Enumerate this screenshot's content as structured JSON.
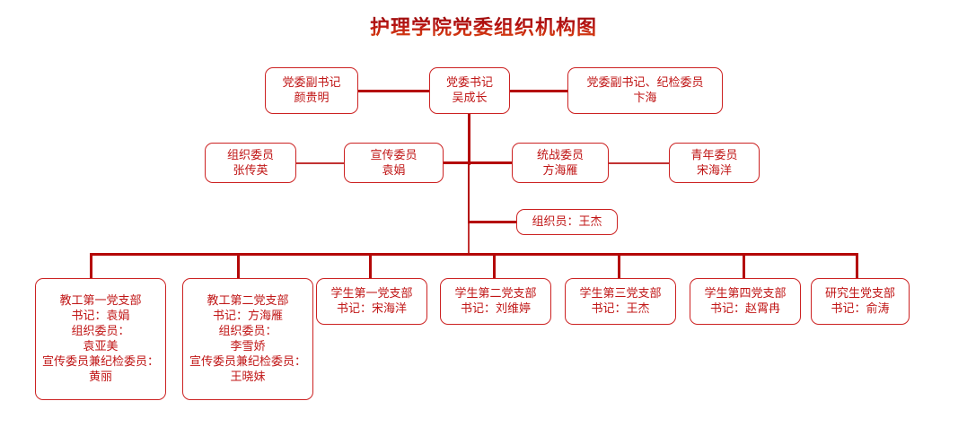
{
  "title": "护理学院党委组织机构图",
  "theme": {
    "line_color": "#b40808",
    "box_border_color": "#cc2222",
    "text_color": "#c01616",
    "background": "#ffffff"
  },
  "chart_data": {
    "type": "diagram",
    "title": "护理学院党委组织机构图",
    "subtype": "organization-chart",
    "levels": [
      {
        "level": 1,
        "nodes": [
          {
            "id": "deputy-secretary-left",
            "lines": [
              "党委副书记",
              "颜贵明"
            ]
          },
          {
            "id": "party-secretary",
            "lines": [
              "党委书记",
              "吴成长"
            ]
          },
          {
            "id": "deputy-secretary-discipline",
            "lines": [
              "党委副书记、纪检委员",
              "卞海"
            ]
          }
        ]
      },
      {
        "level": 2,
        "nodes": [
          {
            "id": "organization-member",
            "lines": [
              "组织委员",
              "张传英"
            ]
          },
          {
            "id": "propaganda-member",
            "lines": [
              "宣传委员",
              "袁娟"
            ]
          },
          {
            "id": "united-front-member",
            "lines": [
              "统战委员",
              "方海雁"
            ]
          },
          {
            "id": "youth-member",
            "lines": [
              "青年委员",
              "宋海洋"
            ]
          }
        ]
      },
      {
        "level": 3,
        "nodes": [
          {
            "id": "organizer",
            "lines": [
              "组织员：王杰"
            ]
          }
        ]
      },
      {
        "level": 4,
        "nodes": [
          {
            "id": "faculty-branch-1",
            "lines": [
              "教工第一党支部",
              "书记：袁娟",
              "组织委员：",
              "袁亚美",
              "宣传委员兼纪检委员：",
              "黄丽"
            ]
          },
          {
            "id": "faculty-branch-2",
            "lines": [
              "教工第二党支部",
              "书记：方海雁",
              "组织委员：",
              "李雪娇",
              "宣传委员兼纪检委员：",
              "王晓妹"
            ]
          },
          {
            "id": "student-branch-1",
            "lines": [
              "学生第一党支部",
              "书记：宋海洋"
            ]
          },
          {
            "id": "student-branch-2",
            "lines": [
              "学生第二党支部",
              "书记：刘维婷"
            ]
          },
          {
            "id": "student-branch-3",
            "lines": [
              "学生第三党支部",
              "书记：王杰"
            ]
          },
          {
            "id": "student-branch-4",
            "lines": [
              "学生第四党支部",
              "书记：赵霄冉"
            ]
          },
          {
            "id": "graduate-branch",
            "lines": [
              "研究生党支部",
              "书记：俞涛"
            ]
          }
        ]
      }
    ]
  },
  "nodes": {
    "deputy_secretary_left": {
      "line1": "党委副书记",
      "line2": "颜贵明"
    },
    "party_secretary": {
      "line1": "党委书记",
      "line2": "吴成长"
    },
    "deputy_secretary_discipline": {
      "line1": "党委副书记、纪检委员",
      "line2": "卞海"
    },
    "organization_member": {
      "line1": "组织委员",
      "line2": "张传英"
    },
    "propaganda_member": {
      "line1": "宣传委员",
      "line2": "袁娟"
    },
    "united_front_member": {
      "line1": "统战委员",
      "line2": "方海雁"
    },
    "youth_member": {
      "line1": "青年委员",
      "line2": "宋海洋"
    },
    "organizer": {
      "line1": "组织员：王杰"
    },
    "faculty_branch_1": {
      "line1": "教工第一党支部",
      "line2": "书记：袁娟",
      "line3": "组织委员：",
      "line4": "袁亚美",
      "line5": "宣传委员兼纪检委员：",
      "line6": "黄丽"
    },
    "faculty_branch_2": {
      "line1": "教工第二党支部",
      "line2": "书记：方海雁",
      "line3": "组织委员：",
      "line4": "李雪娇",
      "line5": "宣传委员兼纪检委员：",
      "line6": "王晓妹"
    },
    "student_branch_1": {
      "line1": "学生第一党支部",
      "line2": "书记：宋海洋"
    },
    "student_branch_2": {
      "line1": "学生第二党支部",
      "line2": "书记：刘维婷"
    },
    "student_branch_3": {
      "line1": "学生第三党支部",
      "line2": "书记：王杰"
    },
    "student_branch_4": {
      "line1": "学生第四党支部",
      "line2": "书记：赵霄冉"
    },
    "graduate_branch": {
      "line1": "研究生党支部",
      "line2": "书记：俞涛"
    }
  }
}
